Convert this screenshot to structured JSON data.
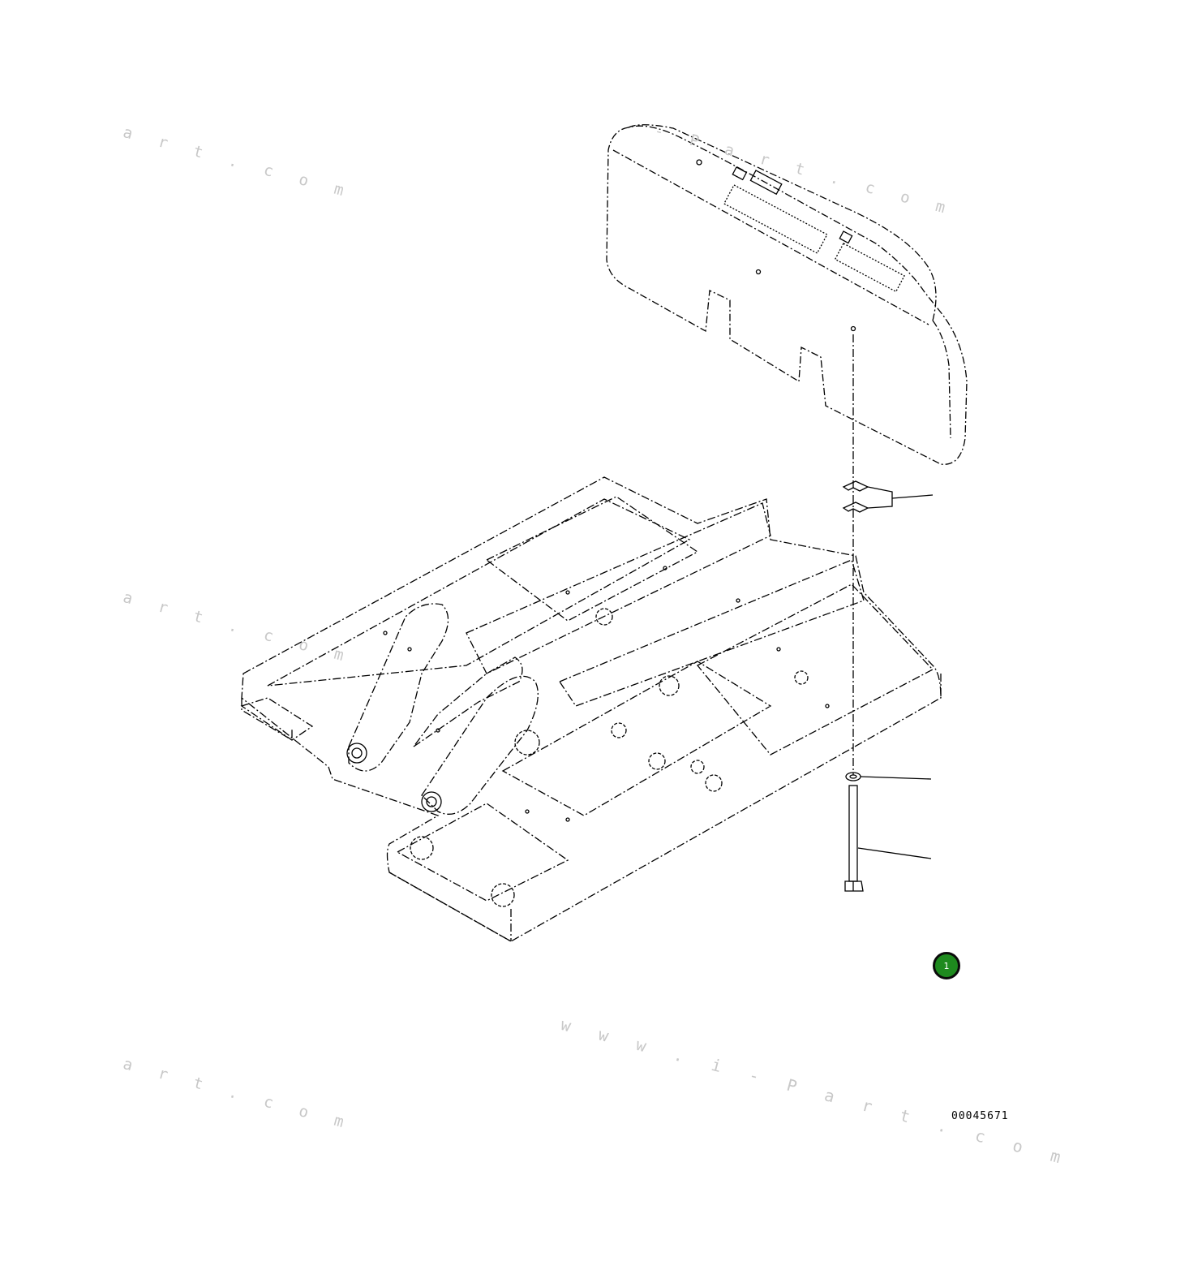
{
  "watermarks": {
    "wm1": "a r t . c o m",
    "wm2": "a r t . c o m",
    "wm3": "a r t . c o m",
    "wm4": "- P a r t . c o m",
    "wm5": "w w w . i - P a r t . c o m"
  },
  "drawing_number": "00045671",
  "callout": {
    "label": "1",
    "color": "#1e8a1e"
  },
  "parts": [
    {
      "name": "counterweight"
    },
    {
      "name": "shim"
    },
    {
      "name": "washer"
    },
    {
      "name": "bolt"
    },
    {
      "name": "revolving-frame"
    }
  ]
}
